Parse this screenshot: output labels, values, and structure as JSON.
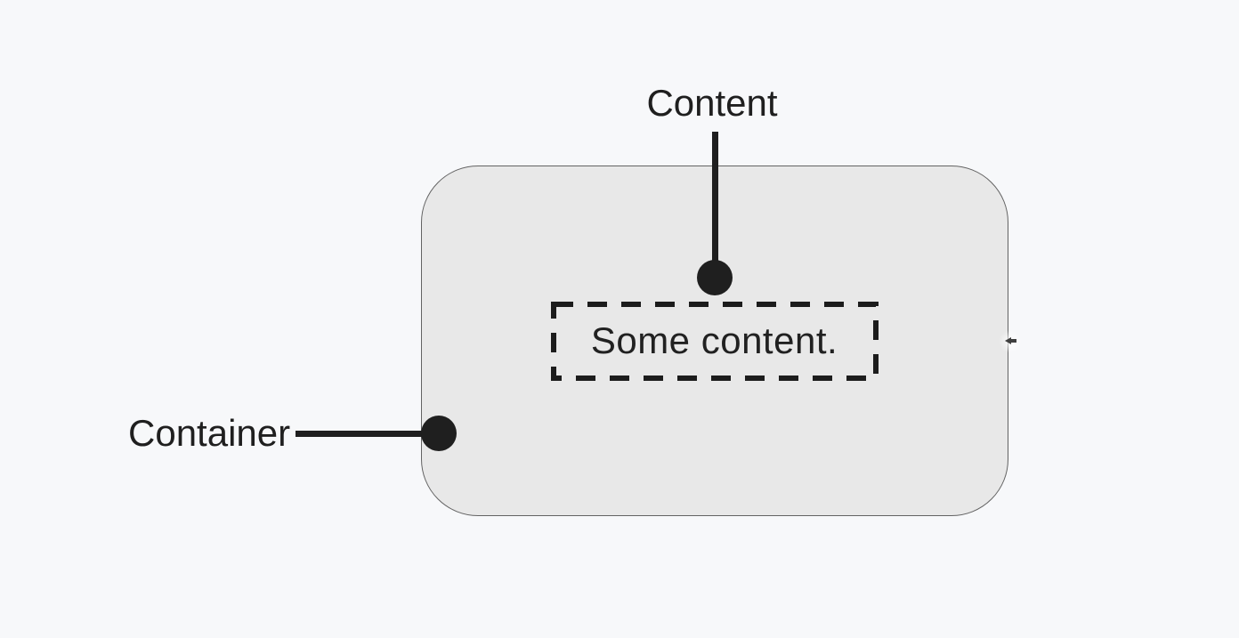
{
  "page": {
    "background_color": "#f7f8fa"
  },
  "diagram": {
    "container": {
      "label": "Container",
      "fill_color": "#e8e8e8",
      "border_color": "#636363"
    },
    "content": {
      "label": "Content",
      "text": "Some content.",
      "dash_border_color": "#1c1c1c"
    },
    "connectors": {
      "color": "#1f1f1f"
    }
  }
}
